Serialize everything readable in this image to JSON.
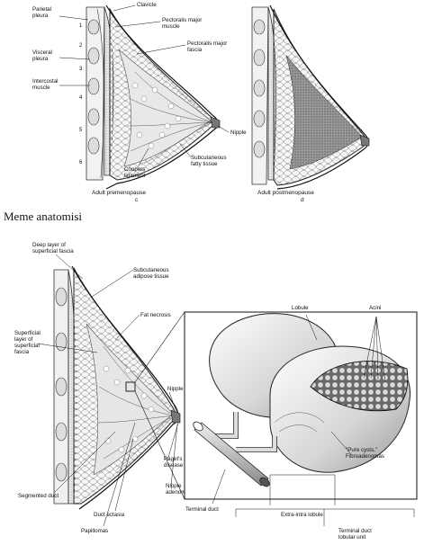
{
  "top": {
    "labels": {
      "parietal_pleura": "Parietal\npleura",
      "visceral_pleura": "Visceral\npleura",
      "intercostal_muscle": "Intercostal\nmuscle",
      "clavicle": "Clavicle",
      "pectoralis_major_muscle": "Pectoralis major\nmuscle",
      "pectoralis_major_fascia": "Pectoralis major\nfascia",
      "nipple": "Nipple",
      "subcutaneous_fatty_tissue": "Subcutaneous\nfatty tissue",
      "coopers_ligament": "Coopers\nligament"
    },
    "rib_numbers": [
      "1",
      "2",
      "3",
      "4",
      "5",
      "6"
    ],
    "caption_left": "Adult premenopause",
    "caption_left_letter": "c",
    "caption_right": "Adult postmenopause",
    "caption_right_letter": "d"
  },
  "caption": "Meme anatomisi",
  "bottom": {
    "labels": {
      "deep_layer": "Deep layer of\nsuperficial fascia",
      "subcutaneous_adipose": "Subcutaneous\nadipose tissue",
      "fat_necrosis": "Fat necrosis",
      "superficial_layer": "Superficial\nlayer of\nsuperficial\nfascia",
      "nipple": "Nipple",
      "pagets": "Paget's\ndisease",
      "nipple_adenoma": "Nipple\nadenoma",
      "segmented_duct": "Segmented duct",
      "duct_ectasia": "Duct ectasia",
      "papillomas": "Papillomas",
      "lobule": "Lobule",
      "acini": "Acini",
      "pure_cysts": "\"Pure cysts,\"\nFibroadenomas",
      "terminal_duct": "Terminal duct",
      "extra_intra_lobule": "Extra-intra lobule",
      "tdlu": "Terminal duct\nlobular unit"
    }
  }
}
